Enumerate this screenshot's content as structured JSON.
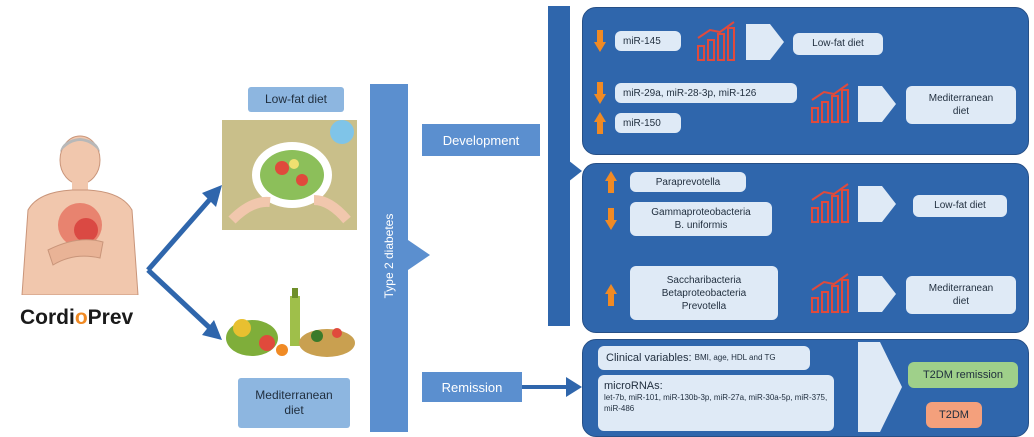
{
  "logo": {
    "part1": "Cordi",
    "part2": "o",
    "part3": "Prev"
  },
  "diets": {
    "low_fat_label": "Low-fat diet",
    "mediterranean_label": "Mediterranean\ndiet"
  },
  "central_bar_label": "Type 2 diabetes",
  "development_label": "Development",
  "remission_label": "Remission",
  "panel_mirna": {
    "rows": [
      {
        "direction": "down",
        "text": "miR-145"
      },
      {
        "direction": "down",
        "text": "miR-29a, miR-28-3p, miR-126"
      },
      {
        "direction": "up",
        "text": "miR-150"
      }
    ],
    "diet_low_fat": "Low-fat diet",
    "diet_mediterranean": "Mediterranean\ndiet"
  },
  "panel_microbiota": {
    "rows": [
      {
        "direction": "up",
        "text": "Paraprevotella"
      },
      {
        "direction": "down",
        "text": "Gammaproteobacteria\nB. uniformis"
      },
      {
        "direction": "up",
        "text": "Saccharibacteria\nBetaproteobacteria\nPrevotella"
      }
    ],
    "diet_low_fat": "Low-fat diet",
    "diet_mediterranean": "Mediterranean\ndiet"
  },
  "panel_remission": {
    "clinical_title": "Clinical variables:",
    "clinical_items": "BMI, age, HDL and TG",
    "mirna_title": "microRNAs:",
    "mirna_items": "let-7b, miR-101, miR-130b-3p, miR-27a, miR-30a-5p, miR-375, miR-486",
    "outcome_remission": "T2DM remission",
    "outcome_t2dm": "T2DM"
  },
  "colors": {
    "panel_blue": "#2f66ac",
    "label_blue": "#8db6e0",
    "arrow_blue": "#2f66ac",
    "up_down_arrow": "#f08a24",
    "chart_icon_red": "#e04a3c",
    "remission_green": "#9fd08a",
    "t2dm_salmon": "#f4a07c"
  }
}
